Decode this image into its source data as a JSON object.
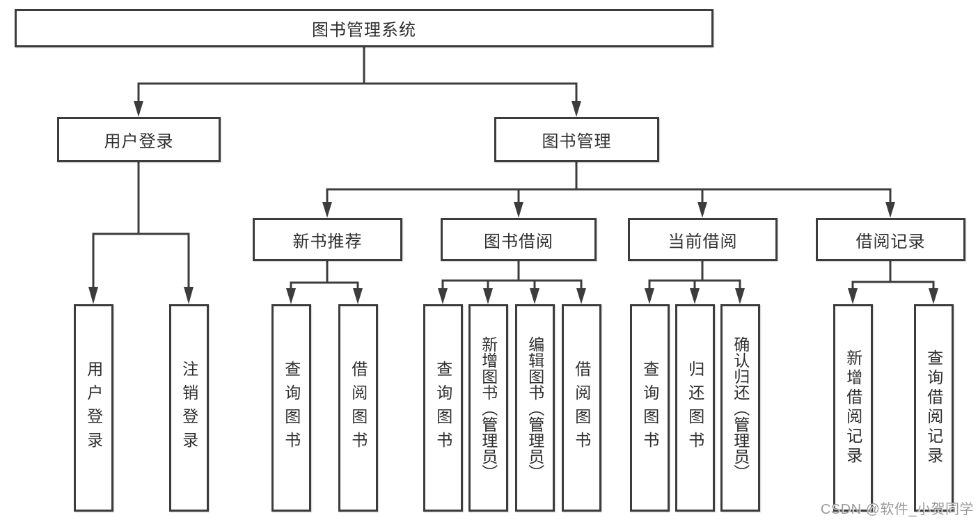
{
  "diagram": {
    "title": "图书管理系统",
    "root": {
      "label": "图书管理系统"
    },
    "level2": [
      {
        "label": "用户登录"
      },
      {
        "label": "图书管理"
      }
    ],
    "level3": [
      {
        "label": "新书推荐"
      },
      {
        "label": "图书借阅"
      },
      {
        "label": "当前借阅"
      },
      {
        "label": "借阅记录"
      }
    ],
    "leaves": {
      "login": [
        {
          "label": "用户登录"
        },
        {
          "label": "注销登录"
        }
      ],
      "newbook": [
        {
          "label": "查询图书"
        },
        {
          "label": "借阅图书"
        }
      ],
      "borrow": [
        {
          "label": "查询图书"
        },
        {
          "label": "新增图书（管理员）"
        },
        {
          "label": "编辑图书（管理员）"
        },
        {
          "label": "借阅图书"
        }
      ],
      "current": [
        {
          "label": "查询图书"
        },
        {
          "label": "归还图书"
        },
        {
          "label": "确认归还（管理员）"
        }
      ],
      "records": [
        {
          "label": "新增借阅记录"
        },
        {
          "label": "查询借阅记录"
        }
      ]
    }
  },
  "watermark": {
    "text": "CSDN @软件_小贺同学"
  },
  "colors": {
    "line": "#3c3c3c",
    "box_border": "#3c3c3c",
    "box_fill": "#ffffff",
    "text": "#2e2e2e",
    "watermark": "#9b9b9b",
    "background": "#ffffff"
  }
}
